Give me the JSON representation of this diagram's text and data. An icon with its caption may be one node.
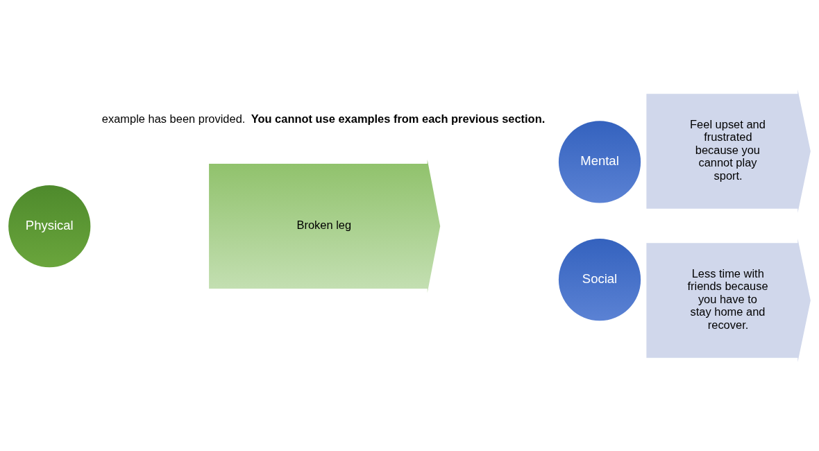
{
  "diagram": {
    "nodes": [
      {
        "text": [
          "Physical"
        ]
      },
      {
        "text": [
          "Broken leg"
        ]
      },
      {
        "text": [
          "Mental"
        ]
      },
      {
        "text": [
          "Feel upset and frustrated because you cannot play sport."
        ]
      },
      {
        "text": [
          "Social"
        ]
      },
      {
        "text": [
          "Less time with friends because you have to stay home and recover."
        ]
      }
    ],
    "labels": [
      "example has been provided. **You cannot use examples from each previous section.**"
    ]
  }
}
